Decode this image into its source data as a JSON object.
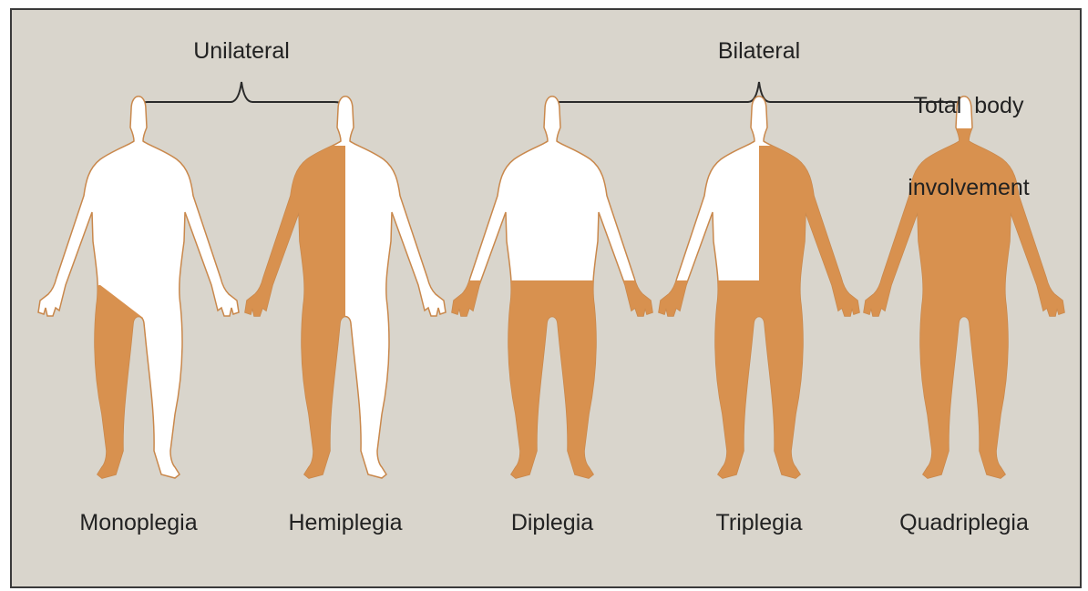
{
  "colors": {
    "background": "#d9d5cc",
    "affected": "#d8914f",
    "unaffected": "#ffffff",
    "outline": "#c9884c"
  },
  "groups": {
    "unilateral": "Unilateral",
    "bilateral": "Bilateral",
    "total_line1": "Total  body",
    "total_line2": "involvement"
  },
  "figures": [
    {
      "label": "Monoplegia",
      "pattern": "one-leg"
    },
    {
      "label": "Hemiplegia",
      "pattern": "one-side"
    },
    {
      "label": "Diplegia",
      "pattern": "both-legs"
    },
    {
      "label": "Triplegia",
      "pattern": "both-legs-one-arm"
    },
    {
      "label": "Quadriplegia",
      "pattern": "whole-body"
    }
  ]
}
